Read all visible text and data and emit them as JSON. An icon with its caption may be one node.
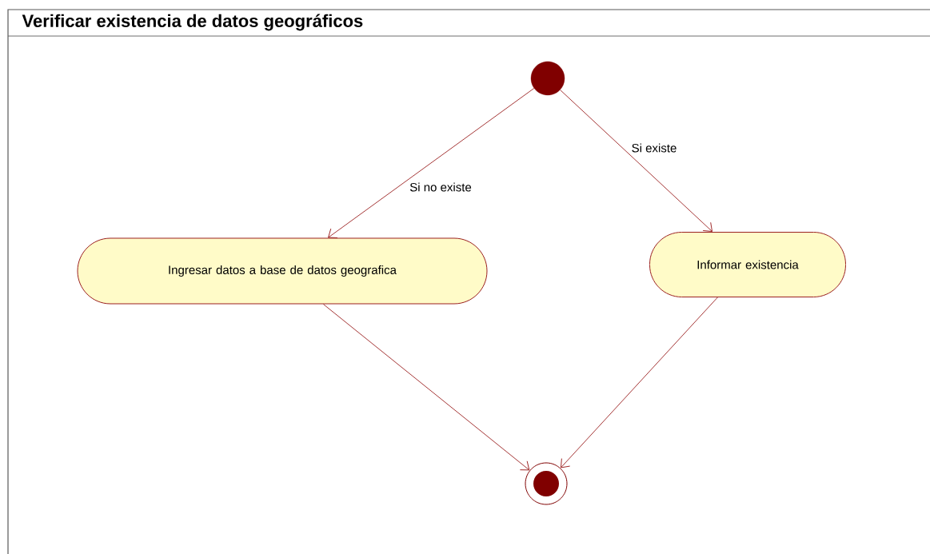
{
  "diagram": {
    "title": "Verificar existencia de datos geográficos",
    "nodes": [
      {
        "text": [],
        "shape": "circle"
      },
      {
        "text": [
          "Ingresar datos a base de datos geografica"
        ]
      },
      {
        "text": [
          "Informar existencia"
        ]
      },
      {
        "text": [],
        "shape": "circle"
      }
    ],
    "edges": [
      {
        "from": 0,
        "to": 1,
        "arrow": "to",
        "label": "Si no existe"
      },
      {
        "from": 0,
        "to": 2,
        "arrow": "to",
        "label": "Si existe"
      },
      {
        "from": 1,
        "to": 3,
        "arrow": "to"
      },
      {
        "from": 2,
        "to": 3,
        "arrow": "to"
      }
    ]
  }
}
